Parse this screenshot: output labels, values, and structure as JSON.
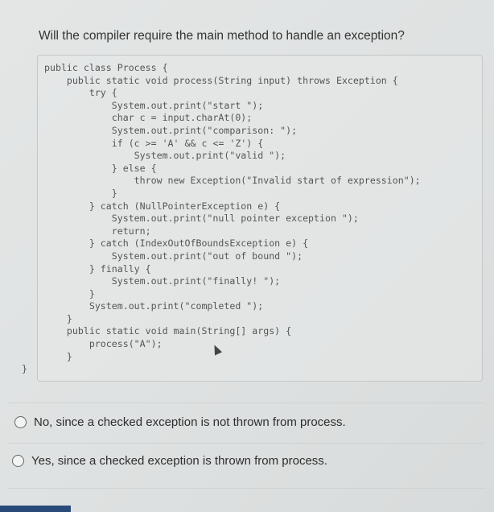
{
  "question": "Will the compiler require the main method to handle an exception?",
  "code_lines": [
    "public class Process {",
    "    public static void process(String input) throws Exception {",
    "        try {",
    "            System.out.print(\"start \");",
    "            char c = input.charAt(0);",
    "            System.out.print(\"comparison: \");",
    "            if (c >= 'A' && c <= 'Z') {",
    "                System.out.print(\"valid \");",
    "            } else {",
    "                throw new Exception(\"Invalid start of expression\");",
    "            }",
    "        } catch (NullPointerException e) {",
    "            System.out.print(\"null pointer exception \");",
    "            return;",
    "        } catch (IndexOutOfBoundsException e) {",
    "            System.out.print(\"out of bound \");",
    "        } finally {",
    "            System.out.print(\"finally! \");",
    "        }",
    "        System.out.print(\"completed \");",
    "    }",
    "    public static void main(String[] args) {",
    "        process(\"A\");",
    "    }",
    "}"
  ],
  "options": [
    {
      "label": "No, since a checked exception is not thrown from process.",
      "selected": false
    },
    {
      "label": "Yes, since a checked exception is thrown from process.",
      "selected": false
    }
  ],
  "colors": {
    "bottom_bar": "#2a4a7a"
  }
}
